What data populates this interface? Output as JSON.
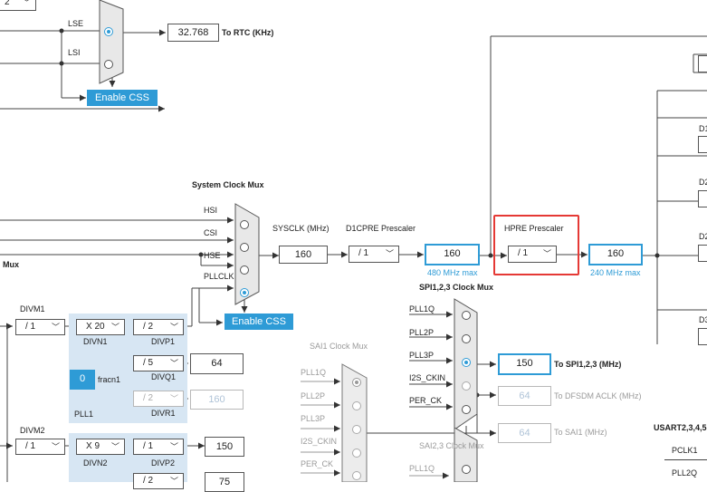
{
  "top": {
    "sel_partial": "2",
    "lse": "LSE",
    "lsi": "LSI",
    "rtc_value": "32.768",
    "rtc_label": "To RTC (KHz)",
    "enable_css": "Enable CSS"
  },
  "sysmux": {
    "title": "System Clock Mux",
    "inputs": [
      "HSI",
      "CSI",
      "HSE",
      "PLLCLK"
    ],
    "enable_css": "Enable CSS",
    "mux_left": "Mux"
  },
  "sysclk": {
    "label": "SYSCLK (MHz)",
    "value": "160"
  },
  "d1cpre": {
    "label": "D1CPRE Prescaler",
    "value": "/ 1",
    "out": "160",
    "max": "480 MHz max"
  },
  "hpre": {
    "label": "HPRE Prescaler",
    "value": "/ 1",
    "out": "160",
    "max": "240 MHz max"
  },
  "right_edge": [
    "D1",
    "D2",
    "D2",
    "D3"
  ],
  "pll1": {
    "divm_label": "DIVM1",
    "divm": "/ 1",
    "divn": "X 20",
    "divn_label": "DIVN1",
    "divp": "/ 2",
    "divp_label": "DIVP1",
    "divq": "/ 5",
    "divq_label": "DIVQ1",
    "q_out": "64",
    "divr": "/ 2",
    "divr_label": "DIVR1",
    "r_out": "160",
    "fracn_value": "0",
    "fracn_label": "fracn1",
    "name": "PLL1"
  },
  "pll2": {
    "divm_label": "DIVM2",
    "divm": "/ 1",
    "divn": "X 9",
    "divn_label": "DIVN2",
    "divp": "/ 1",
    "divp_label": "DIVP2",
    "p_out": "150",
    "divq": "/ 2",
    "q_out": "75"
  },
  "spi_mux": {
    "title": "SPI1,2,3 Clock Mux",
    "inputs": [
      "PLL1Q",
      "PLL2P",
      "PLL3P",
      "I2S_CKIN",
      "PER_CK"
    ],
    "out_value": "150",
    "out_label": "To SPI1,2,3 (MHz)",
    "dfsdm_value": "64",
    "dfsdm_label": "To DFSDM ACLK (MHz)",
    "sai1_value": "64",
    "sai1_label": "To SAI1 (MHz)"
  },
  "sai1_mux": {
    "title": "SAI1 Clock Mux",
    "inputs": [
      "PLL1Q",
      "PLL2P",
      "PLL3P",
      "I2S_CKIN",
      "PER_CK"
    ]
  },
  "sai23_mux": {
    "title": "SAI2,3 Clock Mux",
    "inputs": [
      "PLL1Q"
    ]
  },
  "usart": {
    "title": "USART2,3,4,5",
    "items": [
      "PCLK1",
      "PLL2Q"
    ]
  }
}
